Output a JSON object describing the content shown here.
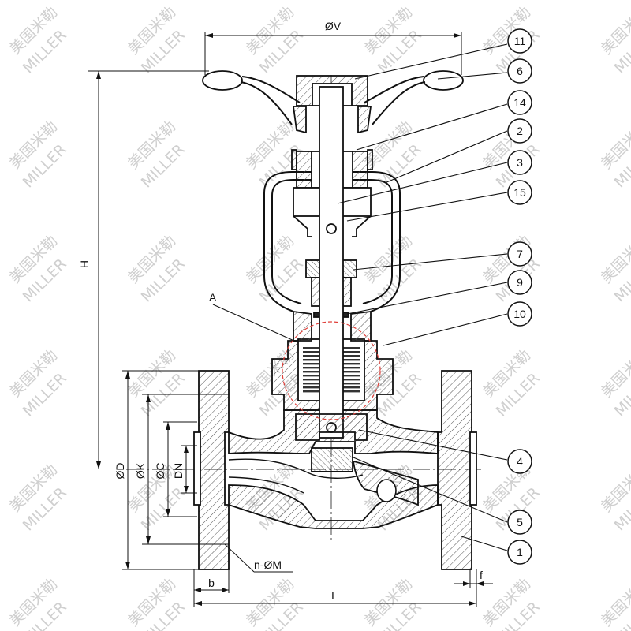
{
  "dimensions": {
    "V": "ØV",
    "H": "H",
    "D": "ØD",
    "K": "ØK",
    "C": "ØC",
    "DN": "DN",
    "b": "b",
    "L": "L",
    "f": "f",
    "holes": "n-ØM"
  },
  "detail_label": "A",
  "balloons": [
    "11",
    "6",
    "14",
    "2",
    "3",
    "15",
    "7",
    "9",
    "10",
    "4",
    "5",
    "1"
  ],
  "watermark": {
    "top": "美国米勒",
    "bottom": "MILLER"
  },
  "colors": {
    "line": "#111111",
    "hatch": "#444444",
    "detail_circle": "#e0403a",
    "watermark": "#cfcfcf"
  }
}
